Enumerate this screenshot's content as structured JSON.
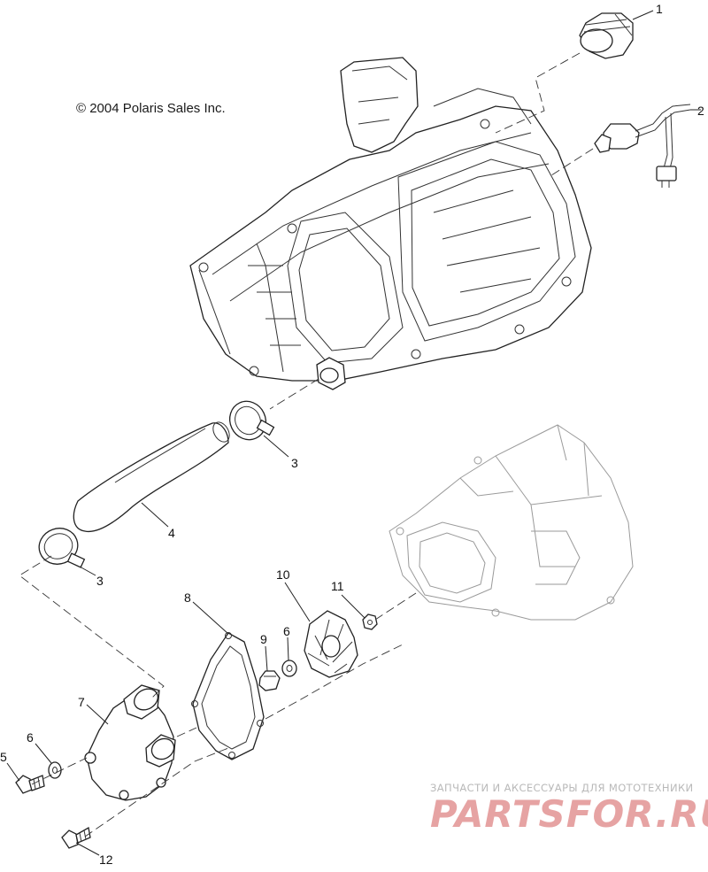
{
  "copyright": "© 2004 Polaris Sales Inc.",
  "watermark": {
    "tagline": "ЗАПЧАСТИ И АКСЕССУАРЫ ДЛЯ МОТОТЕХНИКИ",
    "logo": "PARTSFOR.RU"
  },
  "callouts": [
    "1",
    "2",
    "3",
    "4",
    "3",
    "10",
    "11",
    "8",
    "9",
    "6",
    "7",
    "6",
    "5",
    "12"
  ],
  "colors": {
    "line": "#222222",
    "ghost": "#9a9a9a",
    "watermark": "#e6a3a3"
  }
}
